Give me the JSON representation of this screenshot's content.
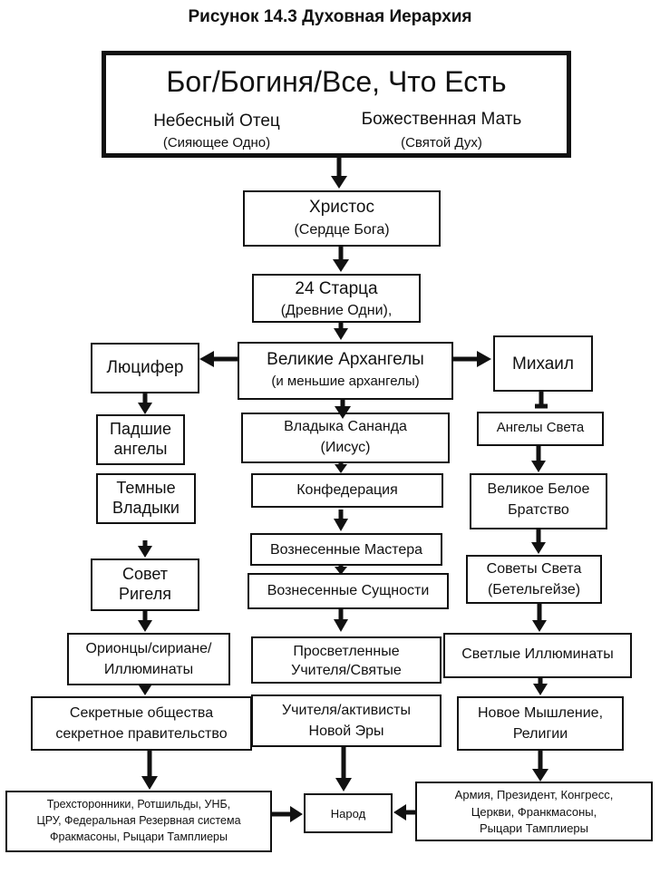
{
  "title": "Рисунок 14.3 Духовная Иерархия",
  "top": {
    "main": "Бог/Богиня/Все, Что Есть",
    "left_name": "Небесный Отец",
    "left_sub": "(Сияющее Одно)",
    "right_name": "Божественная Мать",
    "right_sub": "(Святой Дух)"
  },
  "center": {
    "christ": [
      "Христос",
      "(Сердце Бога)"
    ],
    "elders": [
      "24 Старца",
      "(Древние Одни),"
    ],
    "archangels": [
      "Великие Архангелы",
      "(и меньшие архангелы)"
    ],
    "sananda": [
      "Владыка Сананда",
      "(Иисус)"
    ],
    "confederation": "Конфедерация",
    "ascended_masters": "Вознесенные Мастера",
    "ascended_beings": "Вознесенные  Сущности",
    "enlightened": [
      "Просветленные",
      "Учителя/Святые"
    ],
    "new_era": [
      "Учителя/активисты",
      "Новой Эры"
    ],
    "people": "Народ"
  },
  "left": {
    "lucifer": "Люцифер",
    "fallen": [
      "Падшие",
      "ангелы"
    ],
    "dark_lords": [
      "Темные",
      "Владыки"
    ],
    "rigel": [
      "Совет",
      "Ригеля"
    ],
    "orion": [
      "Орионцы/сириане/",
      "Иллюминаты"
    ],
    "secret": [
      "Секретные общества",
      "секретное правительство"
    ],
    "bottom": [
      "Трехсторонники,  Ротшильды, УНБ,",
      "ЦРУ, Федеральная Резервная система",
      "Фракмасоны, Рыцари Тамплиеры"
    ]
  },
  "right": {
    "michael": "Михаил",
    "angels": "Ангелы Света",
    "brotherhood": [
      "Великое Белое",
      "Братство"
    ],
    "councils": [
      "Советы Света",
      "(Бетельгейзе)"
    ],
    "illuminati": "Светлые Иллюминаты",
    "new_thinking": [
      "Новое Мышление,",
      "Религии"
    ],
    "bottom": [
      "Армия, Президент, Конгресс,",
      "Церкви, Франкмасоны,",
      "Рыцари Тамплиеры"
    ]
  }
}
